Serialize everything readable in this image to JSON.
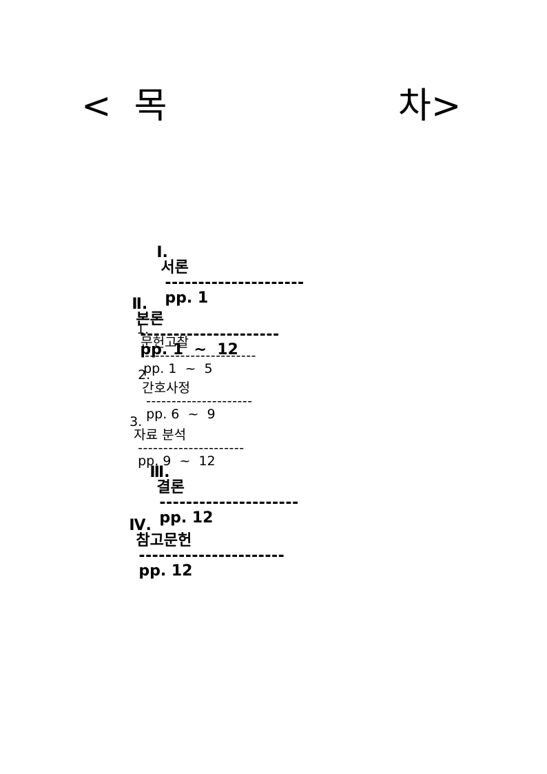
{
  "title": {
    "left": "<  목",
    "right": "차>"
  },
  "toc": [
    {
      "num": "Ⅰ.",
      "label": "서론",
      "dashes": "---------------------",
      "pages": "pp. 1",
      "level": "major"
    },
    {
      "num": "Ⅱ.",
      "label": "본론",
      "dashes": "---------------------",
      "pages": "pp. 1  ~  12",
      "level": "major"
    },
    {
      "num": "1.",
      "label": "문헌고찰",
      "dashes": "----------------------",
      "pages": "pp. 1  ~  5",
      "level": "minor"
    },
    {
      "num": "2.",
      "label": "간호사정",
      "dashes": "---------------------",
      "pages": "pp. 6  ~  9",
      "level": "minor"
    },
    {
      "num": "3.",
      "label": "자료 분석",
      "dashes": "---------------------",
      "pages": "pp. 9  ~  12",
      "level": "minor"
    },
    {
      "num": "Ⅲ.",
      "label": "결론",
      "dashes": "---------------------",
      "pages": "pp. 12",
      "level": "major"
    },
    {
      "num": "Ⅳ.",
      "label": "참고문헌",
      "dashes": "----------------------",
      "pages": "pp. 12",
      "level": "major"
    }
  ]
}
